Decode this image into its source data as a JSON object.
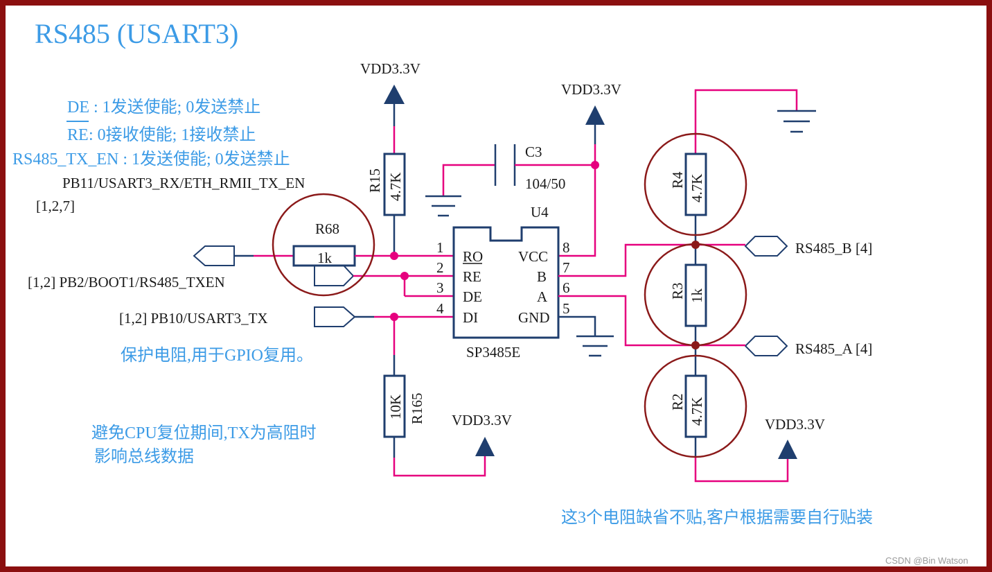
{
  "title": "RS485 (USART3)",
  "notes": {
    "de": "DE : 1发送使能; 0发送禁止",
    "re_prefix": "RE",
    "re": " : 0接收使能; 1接收禁止",
    "txen": "RS485_TX_EN : 1发送使能; 0发送禁止",
    "protect": "保护电阻,用于GPIO复用。",
    "avoid_line1": "避免CPU复位期间,TX为高阻时",
    "avoid_line2": "影响总线数据",
    "default_nc": "这3个电阻缺省不贴,客户根据需要自行贴装"
  },
  "nets": {
    "rx_label": "PB11/USART3_RX/ETH_RMII_TX_EN",
    "rx_ref": "[1,2,7]",
    "txen_label": "[1,2] PB2/BOOT1/RS485_TXEN",
    "tx_label": "[1,2] PB10/USART3_TX",
    "b_label": "RS485_B [4]",
    "a_label": "RS485_A  [4]"
  },
  "power": {
    "vdd_r15": "VDD3.3V",
    "vdd_c3": "VDD3.3V",
    "vdd_r165": "VDD3.3V",
    "vdd_r2": "VDD3.3V"
  },
  "components": {
    "r15": {
      "ref": "R15",
      "value": "4.7K"
    },
    "r68": {
      "ref": "R68",
      "value": "1k"
    },
    "r165": {
      "ref": "R165",
      "value": "10K"
    },
    "r4": {
      "ref": "R4",
      "value": "4.7K"
    },
    "r3": {
      "ref": "R3",
      "value": "1k"
    },
    "r2": {
      "ref": "R2",
      "value": "4.7K"
    },
    "c3": {
      "ref": "C3",
      "value": "104/50"
    },
    "u4": {
      "ref": "U4",
      "part": "SP3485E"
    }
  },
  "ic_pins": {
    "left": [
      {
        "num": "1",
        "name": "RO"
      },
      {
        "num": "2",
        "name": "RE"
      },
      {
        "num": "3",
        "name": "DE"
      },
      {
        "num": "4",
        "name": "DI"
      }
    ],
    "right": [
      {
        "num": "8",
        "name": "VCC"
      },
      {
        "num": "7",
        "name": "B"
      },
      {
        "num": "6",
        "name": "A"
      },
      {
        "num": "5",
        "name": "GND"
      }
    ]
  },
  "watermark": "CSDN @Bin Watson",
  "colors": {
    "frame": "#8b0f0f",
    "wire": "#e6007e",
    "component": "#1f3e6e",
    "annotation": "#3c9be6",
    "highlight_circle": "#8b1a1a"
  }
}
